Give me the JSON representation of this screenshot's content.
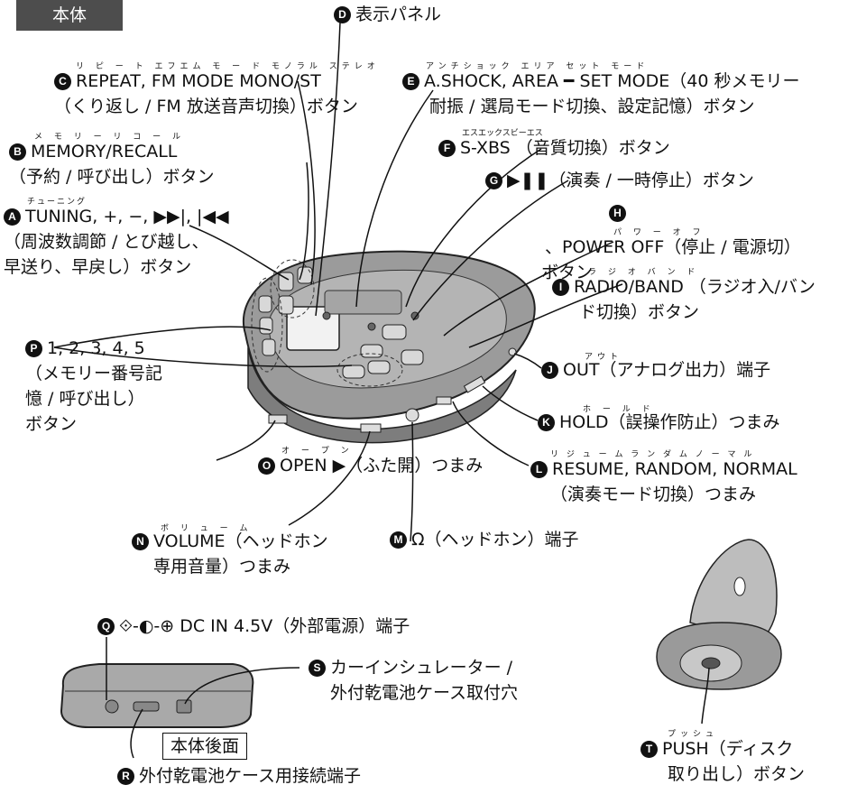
{
  "tag": "本体",
  "rear_label": "本体後面",
  "labels": {
    "D": {
      "badge": "D",
      "text": "表示パネル"
    },
    "C": {
      "badge": "C",
      "ruby": "リ ピ ー ト エフエム モ ー ド モノラル ステレオ",
      "line1": "REPEAT, FM MODE MONO/ST",
      "line2": "（くり返し / FM 放送音声切換）ボタン"
    },
    "E": {
      "badge": "E",
      "ruby": "アンチショック エリア セット モード",
      "line1": "A.SHOCK, AREA ━ SET MODE（40 秒メモリー",
      "line2": "耐振 / 選局モード切換、設定記憶）ボタン"
    },
    "B": {
      "badge": "B",
      "ruby": "メ モ リ ー リ コ ー ル",
      "line1": "MEMORY/RECALL",
      "line2": "（予約 / 呼び出し）ボタン"
    },
    "F": {
      "badge": "F",
      "ruby": "エスエックスビーエス",
      "line1": "S-XBS （音質切換）ボタン"
    },
    "G": {
      "badge": "G",
      "line1": "▶❚❚（演奏 / 一時停止）ボタン"
    },
    "A": {
      "badge": "A",
      "ruby": "チューニング",
      "line1": "TUNING, +, −, ▶▶|, |◀◀",
      "line2": "（周波数調節 / とび越し、",
      "line3": "早送り、早戻し）ボタン"
    },
    "H": {
      "badge": "H",
      "ruby": "パ ワ ー オ フ",
      "line1": "、POWER OFF（停止 / 電源切）",
      "line2": "ボタン"
    },
    "I": {
      "badge": "I",
      "ruby": "ラ ジ オ バ ン ド",
      "line1": "RADIO/BAND （ラジオ入/バン",
      "line2": "ド切換）ボタン"
    },
    "P": {
      "badge": "P",
      "line1": "1, 2, 3, 4, 5",
      "line2": "（メモリー番号記",
      "line3": "憶 / 呼び出し）",
      "line4": "ボタン"
    },
    "J": {
      "badge": "J",
      "ruby": "アウト",
      "line1": "OUT（アナログ出力）端子"
    },
    "K": {
      "badge": "K",
      "ruby": "ホ ー ル ド",
      "line1": "HOLD（誤操作防止）つまみ"
    },
    "O": {
      "badge": "O",
      "ruby": "オ ー プ ン",
      "line1": "OPEN ▶（ふた開）つまみ"
    },
    "L": {
      "badge": "L",
      "ruby": "リ ジ ュ ー ム ラ ン ダ ム ノ ー マ ル",
      "line1": "RESUME, RANDOM, NORMAL",
      "line2": "（演奏モード切換）つまみ"
    },
    "N": {
      "badge": "N",
      "ruby": "ボ リ ュ ー ム",
      "line1": "VOLUME（ヘッドホン",
      "line2": "専用音量）つまみ"
    },
    "M": {
      "badge": "M",
      "line1": "Ω（ヘッドホン）端子"
    },
    "Q": {
      "badge": "Q",
      "line1": "⟐-◐-⊕ DC IN 4.5V（外部電源）端子"
    },
    "S": {
      "badge": "S",
      "line1": "カーインシュレーター /",
      "line2": "外付乾電池ケース取付穴"
    },
    "R": {
      "badge": "R",
      "line1": "外付乾電池ケース用接続端子"
    },
    "T": {
      "badge": "T",
      "ruby": "プッシュ",
      "line1": "PUSH（ディスク",
      "line2": "取り出し）ボタン"
    }
  }
}
